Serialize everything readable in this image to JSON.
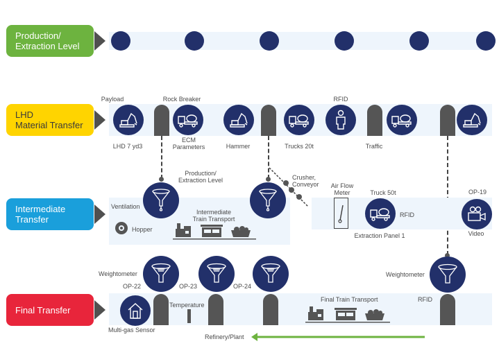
{
  "levels": {
    "production": {
      "label_line1": "Production/",
      "label_line2": "Extraction Level",
      "color": "#6db33f"
    },
    "lhd": {
      "label_line1": "LHD",
      "label_line2": "Material Transfer",
      "color": "#ffd400"
    },
    "intermediate": {
      "label_line1": "Intermediate",
      "label_line2": "Transfer",
      "color": "#1a9fdb"
    },
    "final": {
      "label_line1": "Final Transfer",
      "color": "#e8253b"
    }
  },
  "lhd_row": {
    "payload": "Payload",
    "rock_breaker": "Rock Breaker",
    "rfid": "RFID",
    "lhd7": "LHD 7 yd3",
    "ecm_line1": "ECM",
    "ecm_line2": "Parameters",
    "hammer": "Hammer",
    "trucks20": "Trucks 20t",
    "traffic": "Traffic"
  },
  "intermediate_row": {
    "prod_line1": "Production/",
    "prod_line2": "Extraction Level",
    "ventilation": "Ventilation",
    "hopper": "Hopper",
    "train_line1": "Intermediate",
    "train_line2": "Train Transport",
    "crusher_line1": "Crusher,",
    "crusher_line2": "Conveyor",
    "airflow_line1": "Air Flow",
    "airflow_line2": "Meter",
    "truck50": "Truck 50t",
    "rfid": "RFID",
    "panel": "Extraction Panel 1",
    "op19": "OP-19",
    "video": "Video"
  },
  "final_row": {
    "weightometer_left": "Weightometer",
    "op22": "OP-22",
    "op23": "OP-23",
    "op24": "OP-24",
    "temperature": "Temperature",
    "multigas": "Multi-gas Sensor",
    "train": "Final Train Transport",
    "rfid": "RFID",
    "weightometer_right": "Weightometer",
    "refinery": "Refinery/Plant"
  },
  "colors": {
    "navy": "#22306a",
    "pillar": "#555555",
    "band": "#eef5fc",
    "arrow": "#6db33f"
  }
}
